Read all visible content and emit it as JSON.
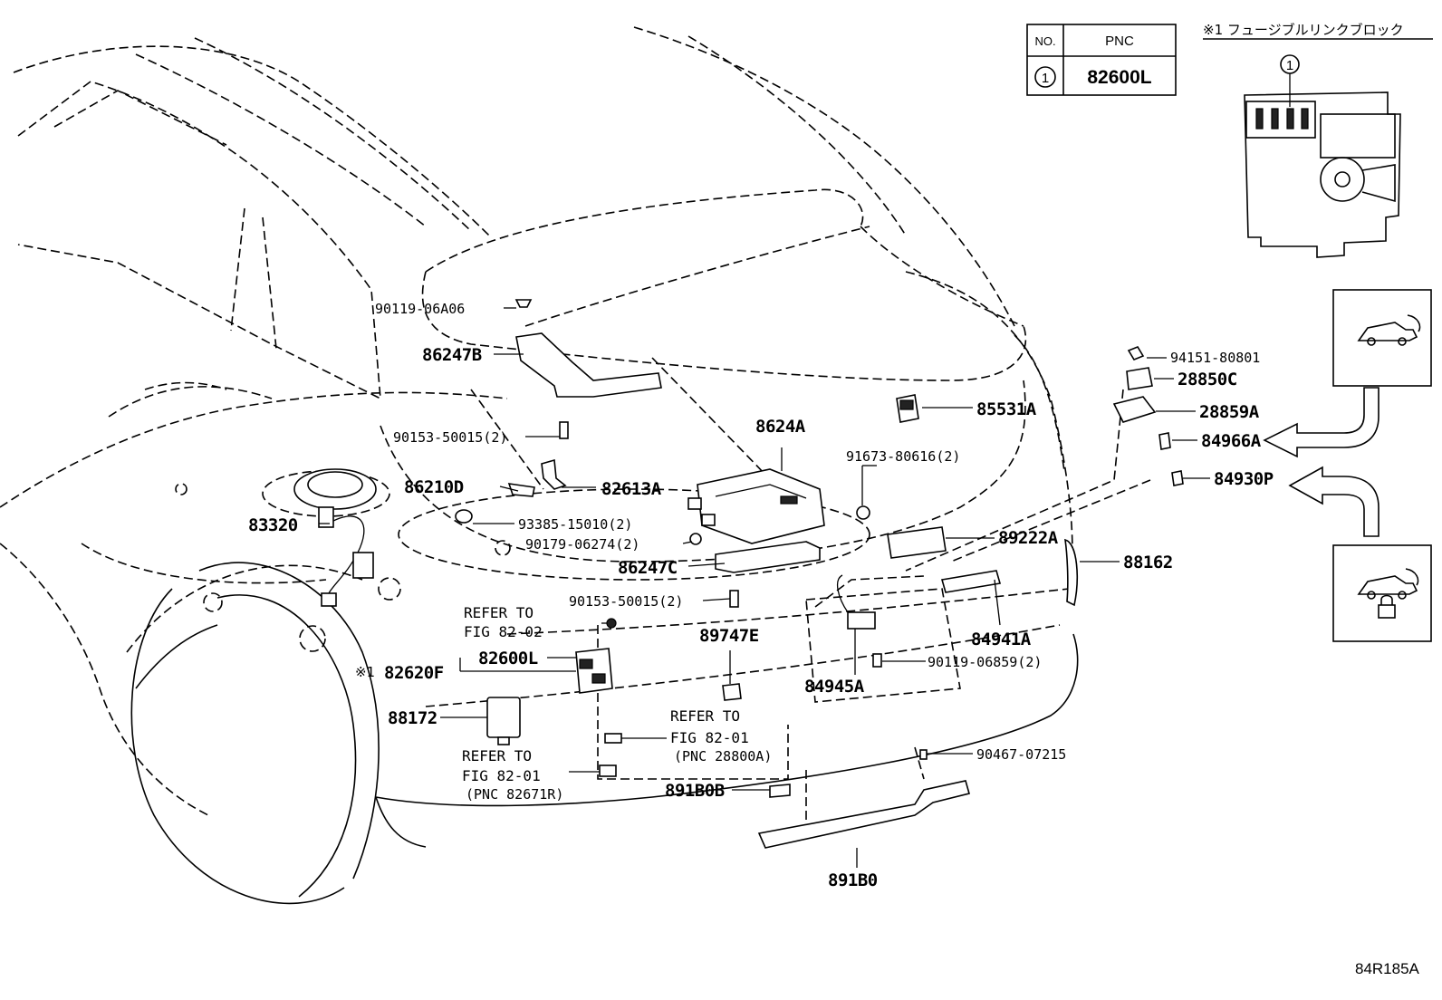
{
  "table": {
    "header_no": "NO.",
    "header_pnc": "PNC",
    "row_no": "1",
    "row_pnc": "82600L"
  },
  "inset": {
    "title": "※1 フュージブルリンクブロック",
    "callout": "1"
  },
  "labels": {
    "p90119_06A06": "90119-06A06",
    "p86247B": "86247B",
    "p90153_50015_a": "90153-50015(2)",
    "p86210D": "86210D",
    "p82613A": "82613A",
    "p83320": "83320",
    "p93385_15010": "93385-15010(2)",
    "p90179_06274": "90179-06274(2)",
    "p86247C": "86247C",
    "p90153_50015_b": "90153-50015(2)",
    "p8624A": "8624A",
    "p85531A": "85531A",
    "p91673_80616": "91673-80616(2)",
    "p89222A": "89222A",
    "p94151_80801": "94151-80801",
    "p28850C": "28850C",
    "p28859A": "28859A",
    "p84966A": "84966A",
    "p84930P": "84930P",
    "p88162": "88162",
    "p84941A": "84941A",
    "p90119_06859": "90119-06859(2)",
    "p84945A": "84945A",
    "p89747E": "89747E",
    "mark_82620F": "※1",
    "p82620F": "82620F",
    "p82600L": "82600L",
    "p88172": "88172",
    "p90467_07215": "90467-07215",
    "p891B0B": "891B0B",
    "p891B0": "891B0",
    "figure_code": "84R185A"
  },
  "references": {
    "ref_a_line1": "REFER TO",
    "ref_a_line2": "FIG 82-02",
    "ref_b_line1": "REFER TO",
    "ref_b_line2": "FIG 82-01",
    "ref_b_line3": "(PNC 28800A)",
    "ref_c_line1": "REFER TO",
    "ref_c_line2": "FIG 82-01",
    "ref_c_line3": "(PNC 82671R)"
  },
  "icons": {
    "top_box": "car-rear-view-icon",
    "bottom_box": "car-lock-icon"
  }
}
